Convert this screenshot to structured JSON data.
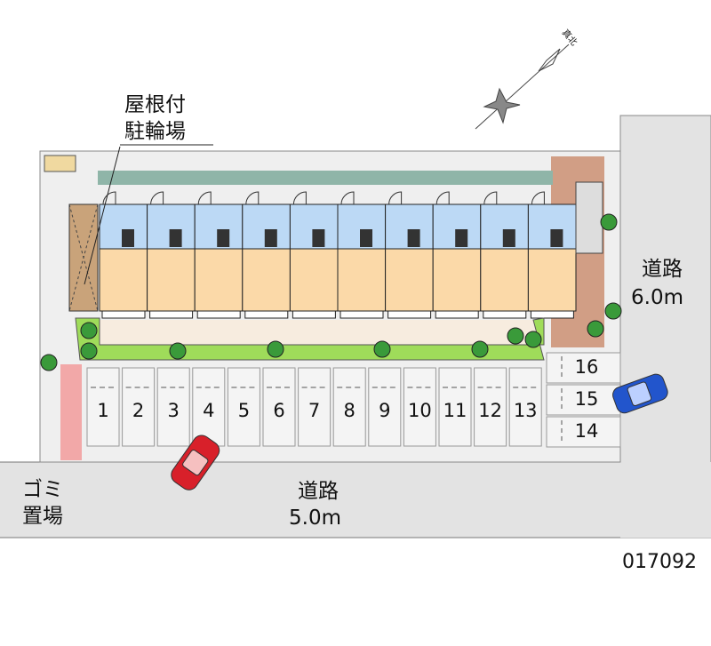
{
  "labels": {
    "bike_parking_line1": "屋根付",
    "bike_parking_line2": "駐輪場",
    "east_road_line1": "道路",
    "east_road_line2": "6.0m",
    "south_road_line1": "道路",
    "south_road_line2": "5.0m",
    "garbage_line1": "ゴミ",
    "garbage_line2": "置場",
    "compass": "真北",
    "property_id": "017092"
  },
  "parking_spaces": [
    "1",
    "2",
    "3",
    "4",
    "5",
    "6",
    "7",
    "8",
    "9",
    "10",
    "11",
    "12",
    "13"
  ],
  "parking_right": [
    "16",
    "15",
    "14"
  ],
  "units_count": 10,
  "colors": {
    "road": "#e3e3e3",
    "site": "#efefef",
    "unit_top": "#bcd9f5",
    "unit_bottom": "#fbd9a8",
    "bike": "#c9a37a",
    "green": "#9fdc5a",
    "pink": "#f2a8a8",
    "car_red": "#d8202a",
    "car_blue": "#2255cc"
  }
}
